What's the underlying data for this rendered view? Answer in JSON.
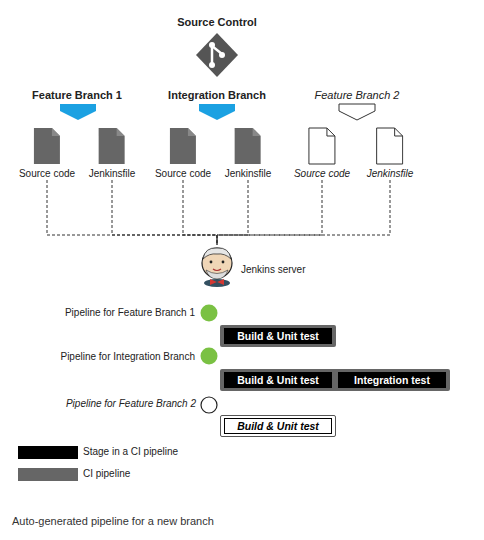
{
  "diagram": {
    "caption": "Auto-generated pipeline for a new branch",
    "nodes": [
      {
        "text": [
          "Source code"
        ]
      },
      {
        "text": [
          "Jenkinsfile"
        ]
      },
      {
        "text": [
          "Source code"
        ]
      },
      {
        "text": [
          "Jenkinsfile"
        ]
      },
      {
        "text": [
          "Source code"
        ]
      },
      {
        "text": [
          "Jenkinsfile"
        ]
      },
      {
        "text": [
          "Jenkins server"
        ]
      },
      {
        "text": [
          "Pipeline for Feature Branch 1"
        ]
      },
      {
        "text": [
          "Build & Unit test"
        ],
        "in": 7
      },
      {
        "text": [
          "Pipeline for Integration Branch"
        ]
      },
      {
        "text": [
          "Build & Unit test"
        ],
        "in": 9
      },
      {
        "text": [
          "Integration test"
        ],
        "in": 9
      },
      {
        "text": [
          "Pipeline for Feature Branch 2"
        ]
      },
      {
        "text": [
          "Build & Unit test"
        ],
        "in": 12
      }
    ],
    "edges": [
      {
        "from": 0,
        "to": 6,
        "arrow": "none"
      },
      {
        "from": 1,
        "to": 6,
        "arrow": "none"
      },
      {
        "from": 2,
        "to": 6,
        "arrow": "none"
      },
      {
        "from": 3,
        "to": 6,
        "arrow": "none"
      },
      {
        "from": 4,
        "to": 6,
        "arrow": "none"
      },
      {
        "from": 5,
        "to": 6,
        "arrow": "none"
      }
    ],
    "labels": [
      "Source Control",
      "Feature Branch 1",
      "Integration Branch",
      "Feature Branch 2"
    ],
    "legend": [
      {
        "text": "Stage in a CI pipeline",
        "color": "#000000"
      },
      {
        "text": "CI pipeline",
        "color": "#666666"
      }
    ]
  }
}
